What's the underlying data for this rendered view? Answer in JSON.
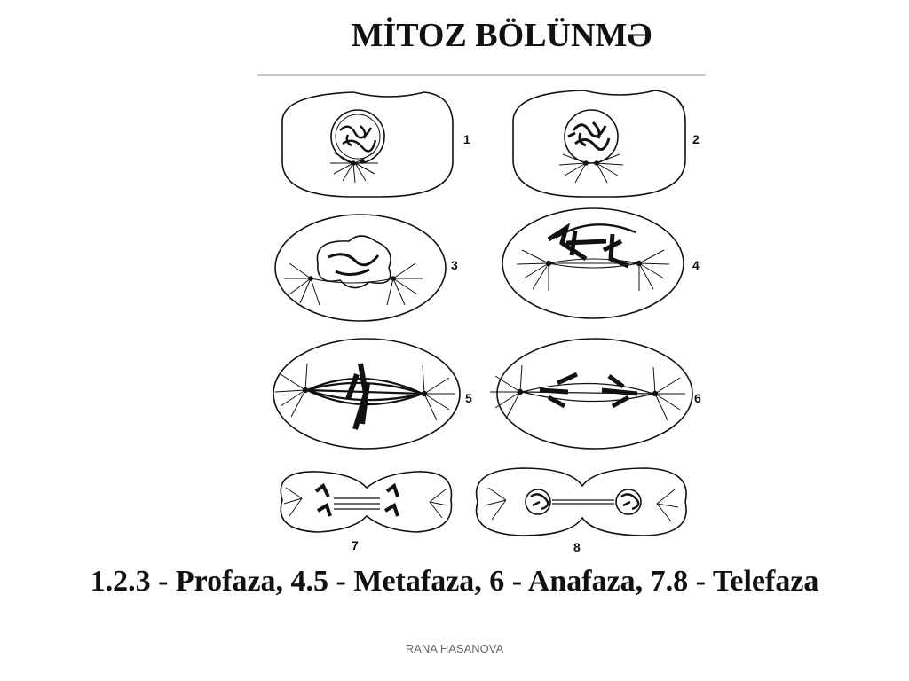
{
  "slide": {
    "title": "MİTOZ BÖLÜNMƏ",
    "caption": "1.2.3 - Profaza, 4.5 - Metafaza, 6 - Anafaza, 7.8 - Telefaza",
    "footer": "RANA HASANOVA"
  },
  "figure": {
    "stage_labels": [
      "1",
      "2",
      "3",
      "4",
      "5",
      "6",
      "7",
      "8"
    ]
  }
}
